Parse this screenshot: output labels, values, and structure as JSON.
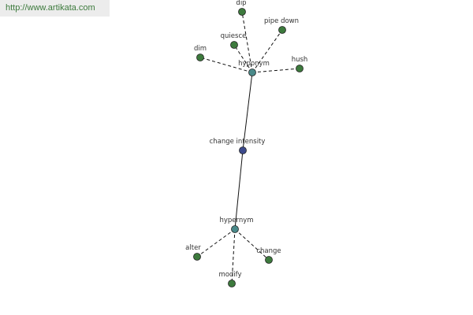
{
  "watermark": {
    "url": "http://www.artikata.com"
  },
  "diagram": {
    "center": {
      "label": "change intensity",
      "color": "#3d4a8c"
    },
    "hub_color": "#4a8a8a",
    "leaf_color": "#3d7a3d",
    "groups": [
      {
        "hub": "hyponym",
        "leaves": [
          "dip",
          "quiesce",
          "pipe down",
          "dim",
          "hush"
        ]
      },
      {
        "hub": "hypernym",
        "leaves": [
          "alter",
          "change",
          "modify"
        ]
      }
    ]
  }
}
